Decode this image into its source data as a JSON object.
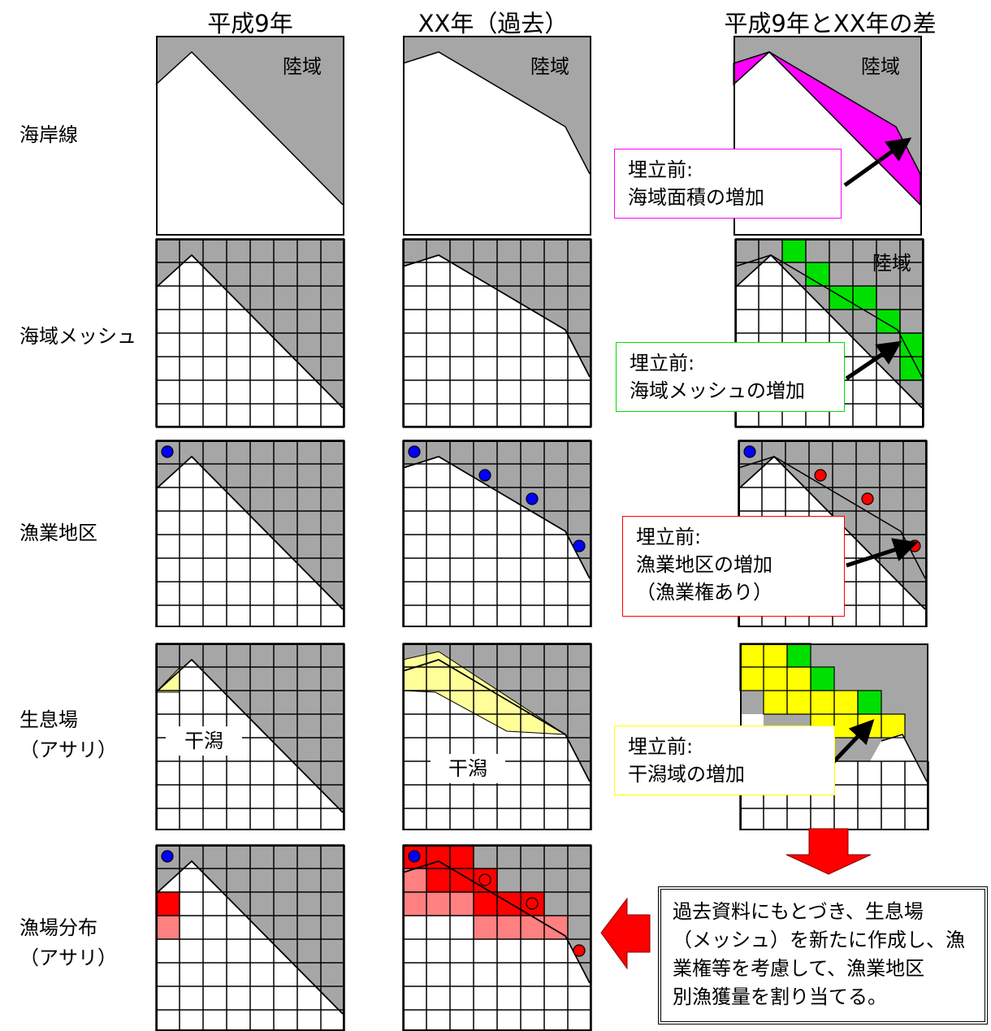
{
  "columns": {
    "current": "平成9年",
    "past": "XX年（過去）",
    "diff": "平成9年とXX年の差"
  },
  "rows": {
    "coastline": "海岸線",
    "mesh": "海域メッシュ",
    "fishing_area": "漁業地区",
    "habitat": [
      "生息場",
      "（アサリ）"
    ],
    "fishing_ground": [
      "漁場分布",
      "（アサリ）"
    ]
  },
  "land_label": "陸域",
  "tidal_flat_label": "干潟",
  "notes": {
    "coastline": [
      "埋立前:",
      "海域面積の増加"
    ],
    "mesh": [
      "埋立前:",
      "海域メッシュの増加"
    ],
    "fishing_area": [
      "埋立前:",
      "漁業地区の増加",
      "（漁業権あり）"
    ],
    "habitat": [
      "埋立前:",
      "干潟域の増加"
    ]
  },
  "summary_lines": [
    "過去資料にもとづき、生息場",
    "（メッシュ）を新たに作成し、漁",
    "業権等を考慮して、漁業地区",
    "別漁獲量を割り当てる。"
  ],
  "colors": {
    "land": "#a6a6a6",
    "area_increase": "#ff00ff",
    "mesh_increase": "#00e000",
    "fishing_area_increase": "#ff0000",
    "fishing_area_current": "#0000ff",
    "tidal_flat": "#ffff99",
    "tidal_flat_increase": "#ffff00",
    "fishing_ground_high": "#ff0000",
    "fishing_ground_low": "#ff8080",
    "coastline_note_border": "#ff00ff",
    "mesh_note_border": "#00e000",
    "fishing_note_border": "#ff0000",
    "habitat_note_border": "#ffff00",
    "down_arrow": "#ff0000",
    "left_arrow": "#ff0000"
  }
}
